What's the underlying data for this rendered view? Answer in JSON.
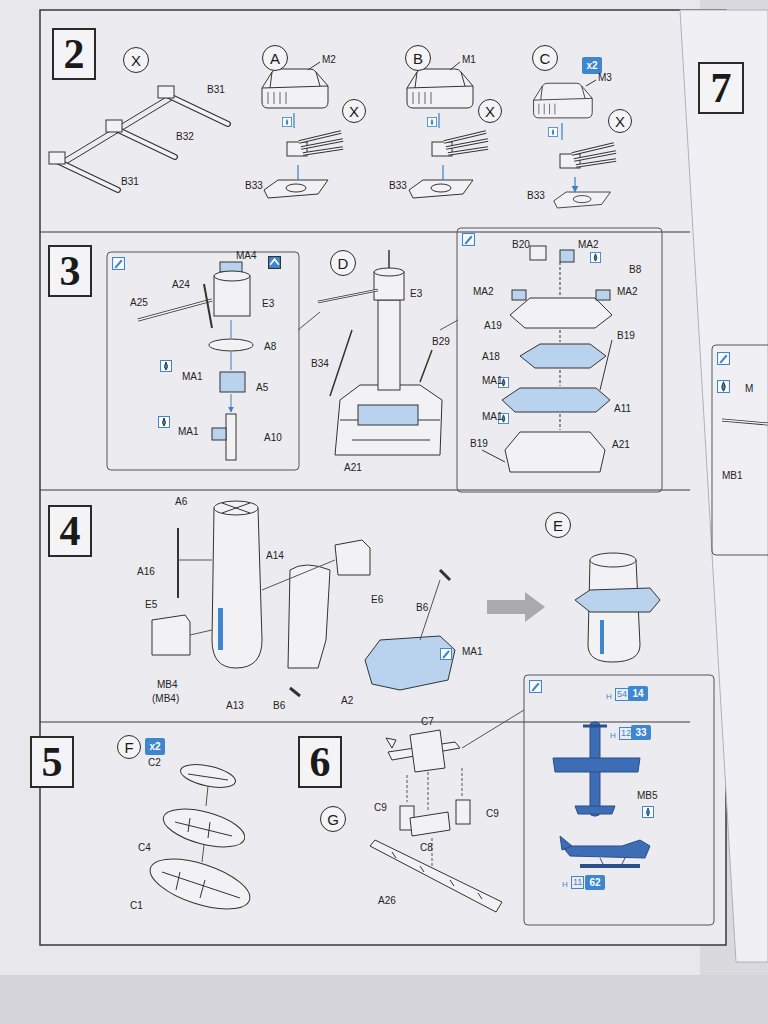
{
  "diagram": {
    "nodes": [
      {
        "text": [
          "2"
        ]
      },
      {
        "text": [
          "X"
        ]
      },
      {
        "text": [
          "A"
        ]
      },
      {
        "text": [
          "B"
        ]
      },
      {
        "text": [
          "C"
        ]
      },
      {
        "text": [
          "x2"
        ]
      },
      {
        "text": [
          "X"
        ]
      },
      {
        "text": [
          "X"
        ]
      },
      {
        "text": [
          "X"
        ]
      },
      {
        "text": [
          "7"
        ]
      },
      {
        "text": [
          "3"
        ]
      },
      {
        "text": [
          "D"
        ]
      },
      {
        "text": [
          "4"
        ]
      },
      {
        "text": [
          "E"
        ]
      },
      {
        "text": [
          "5"
        ]
      },
      {
        "text": [
          "F"
        ]
      },
      {
        "text": [
          "x2"
        ]
      },
      {
        "text": [
          "6"
        ]
      },
      {
        "text": [
          "G"
        ]
      },
      {
        "text": [
          "14"
        ]
      },
      {
        "text": [
          "33"
        ]
      },
      {
        "text": [
          "62"
        ]
      }
    ],
    "labels": [
      "B31",
      "B32",
      "B31",
      "M2",
      "B33",
      "M1",
      "B33",
      "M3",
      "B33",
      "MA4",
      "A24",
      "E3",
      "A25",
      "A8",
      "MA1",
      "A5",
      "MA1",
      "A10",
      "E3",
      "B20",
      "MA2",
      "B8",
      "MA2",
      "MA2",
      "B34",
      "B29",
      "A19",
      "B19",
      "A18",
      "MA1",
      "A11",
      "MA1",
      "B19",
      "A21",
      "A21",
      "A6",
      "A16",
      "A14",
      "E6",
      "B6",
      "E5",
      "MB4",
      "(MB4)",
      "A13",
      "B6",
      "A2",
      "MA1",
      "C2",
      "C4",
      "C1",
      "C7",
      "C9",
      "C9",
      "C8",
      "A26",
      "H",
      "54",
      "H",
      "12",
      "MB5",
      "H",
      "11",
      "MB1",
      "M"
    ]
  }
}
